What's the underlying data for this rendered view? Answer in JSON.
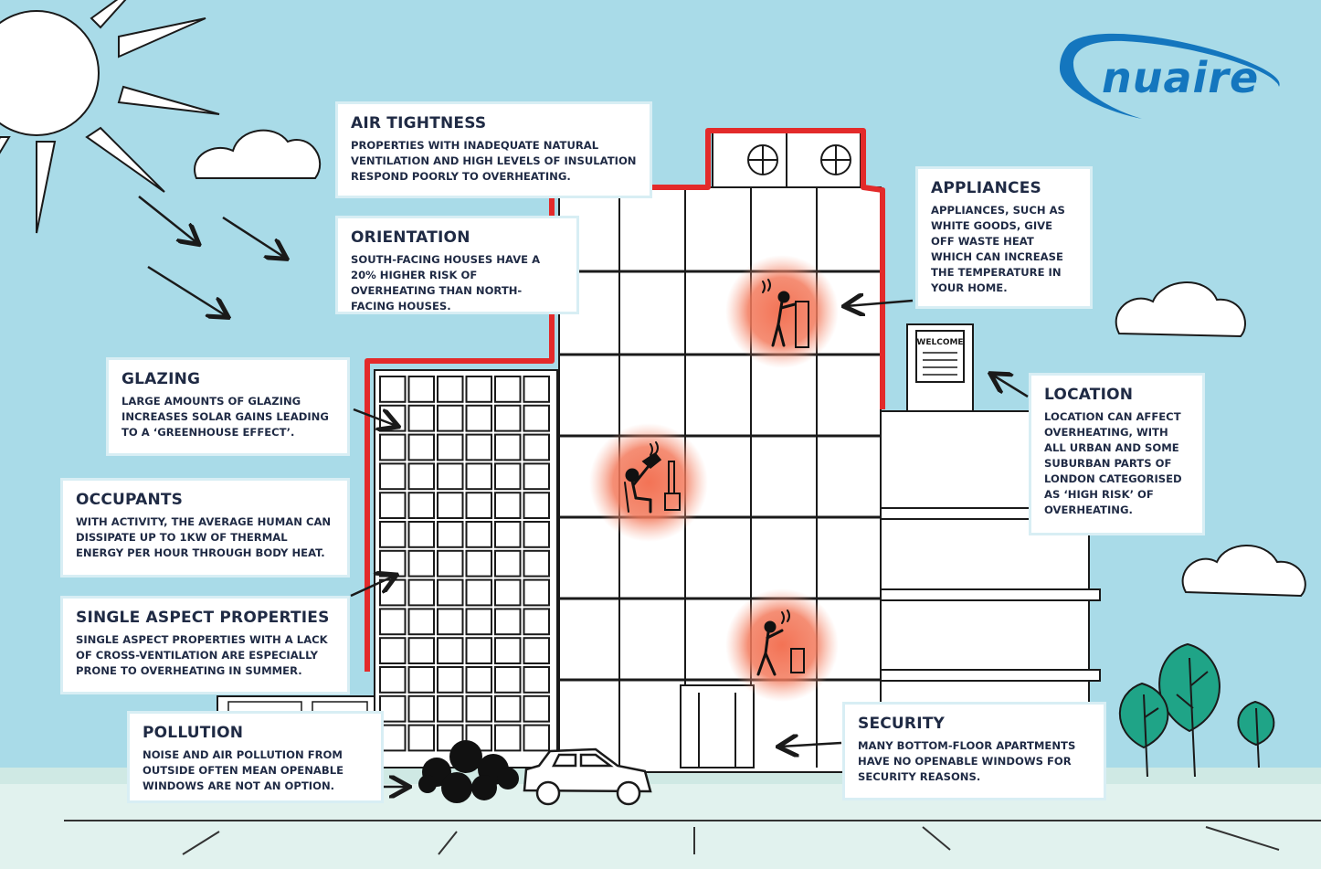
{
  "brand": {
    "logo_text": "nuaire",
    "color": "#1476be"
  },
  "colors": {
    "sky": "#a9dbe8",
    "heat_zone": "#f26b4c",
    "building_outline": "#e32a2a",
    "text": "#1f2a44"
  },
  "sign_text": "WELCOME",
  "callouts": {
    "air_tightness": {
      "title": "AIR TIGHTNESS",
      "body": "PROPERTIES WITH INADEQUATE NATURAL VENTILATION AND HIGH LEVELS OF INSULATION RESPOND POORLY TO OVERHEATING."
    },
    "orientation": {
      "title": "ORIENTATION",
      "body": "SOUTH-FACING HOUSES HAVE A 20% HIGHER RISK OF OVERHEATING THAN NORTH-FACING HOUSES."
    },
    "appliances": {
      "title": "APPLIANCES",
      "body": "APPLIANCES, SUCH AS WHITE GOODS, GIVE OFF WASTE HEAT WHICH CAN INCREASE THE TEMPERATURE IN YOUR HOME."
    },
    "glazing": {
      "title": "GLAZING",
      "body": "LARGE AMOUNTS OF GLAZING INCREASES SOLAR GAINS LEADING TO A ‘GREENHOUSE EFFECT’."
    },
    "location": {
      "title": "LOCATION",
      "body": "LOCATION CAN AFFECT OVERHEATING, WITH ALL URBAN AND SOME SUBURBAN PARTS OF LONDON CATEGORISED AS ‘HIGH RISK’ OF OVERHEATING."
    },
    "occupants": {
      "title": "OCCUPANTS",
      "body": "WITH ACTIVITY, THE AVERAGE HUMAN CAN DISSIPATE UP TO 1KW OF THERMAL ENERGY PER HOUR THROUGH BODY HEAT."
    },
    "single_aspect": {
      "title": "SINGLE ASPECT PROPERTIES",
      "body": "SINGLE ASPECT PROPERTIES WITH A LACK OF CROSS-VENTILATION ARE ESPECIALLY PRONE TO OVERHEATING IN SUMMER."
    },
    "pollution": {
      "title": "POLLUTION",
      "body": "NOISE AND AIR POLLUTION FROM OUTSIDE OFTEN MEAN OPENABLE WINDOWS ARE NOT AN OPTION."
    },
    "security": {
      "title": "SECURITY",
      "body": "MANY BOTTOM-FLOOR APARTMENTS HAVE NO OPENABLE WINDOWS FOR SECURITY REASONS."
    }
  }
}
